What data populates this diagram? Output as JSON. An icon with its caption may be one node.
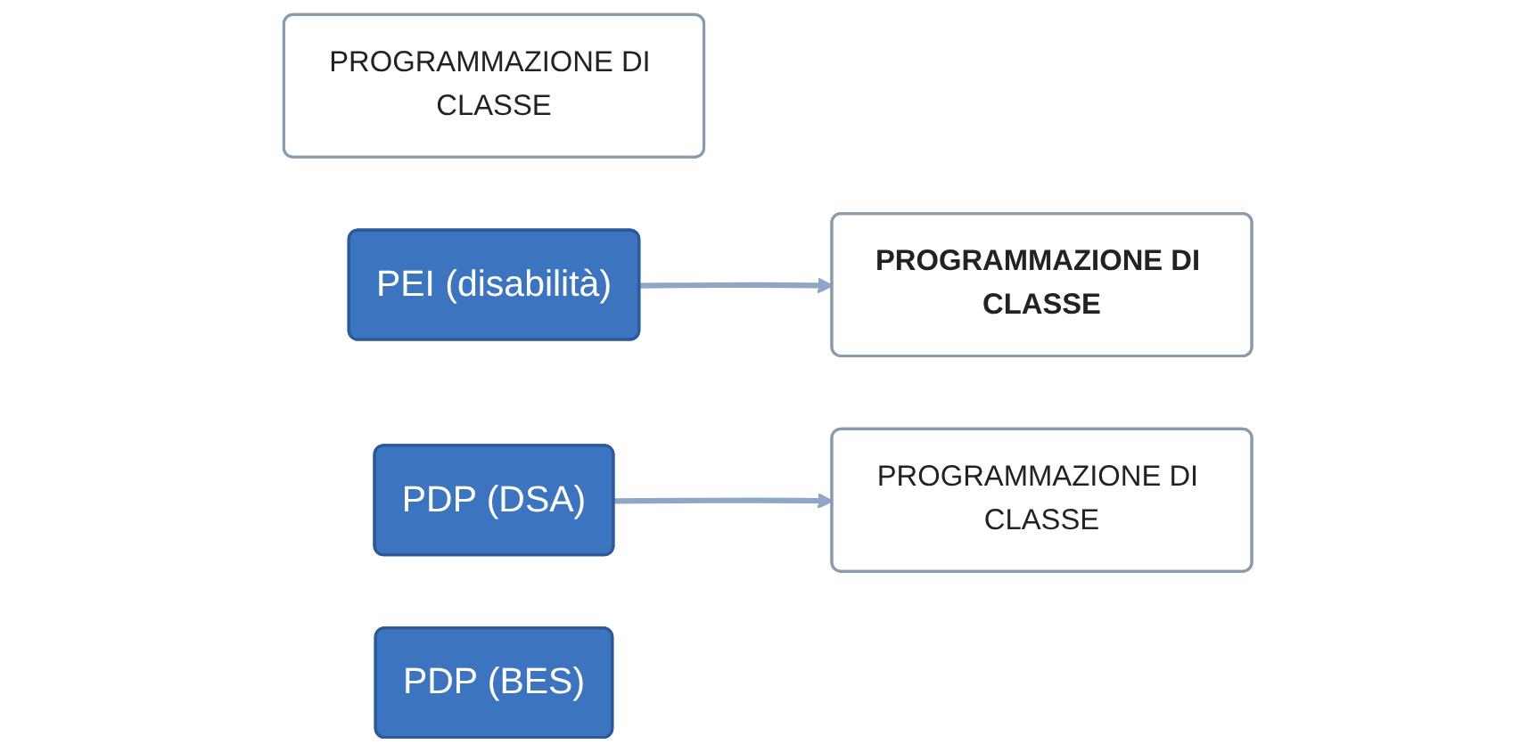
{
  "diagram": {
    "nodes": [
      {
        "text": [
          "PROGRAMMAZIONE DI CLASSE"
        ]
      },
      {
        "text": [
          "PEI (disabilità)"
        ]
      },
      {
        "text": [
          "PROGRAMMAZIONE DI CLASSE"
        ]
      },
      {
        "text": [
          "PDP (DSA)"
        ]
      },
      {
        "text": [
          "PROGRAMMAZIONE DI CLASSE"
        ]
      },
      {
        "text": [
          "PDP (BES)"
        ]
      }
    ],
    "edges": [
      {
        "from": 1,
        "to": 2,
        "arrow": "to"
      },
      {
        "from": 3,
        "to": 4,
        "arrow": "to"
      }
    ]
  }
}
